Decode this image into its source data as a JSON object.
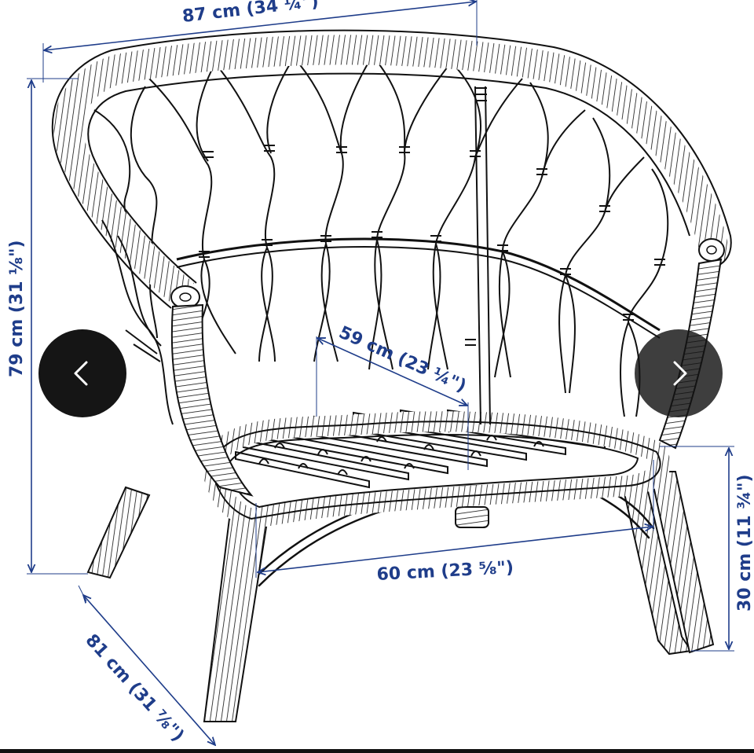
{
  "dimensions": {
    "width": "87 cm (34 ¼\")",
    "height": "79 cm (31 ⅛\")",
    "depth": "81 cm (31 ⅞\")",
    "seat_depth": "59 cm (23 ¼\")",
    "seat_width": "60 cm (23 ⅝\")",
    "seat_height": "30 cm (11 ¾\")"
  },
  "navigation": {
    "prev_icon": "chevron-left-icon",
    "next_icon": "chevron-right-icon"
  },
  "colors": {
    "dimension_blue": "#1f3d8a",
    "line_ink": "#111111",
    "nav_button": "#151515",
    "background": "#ffffff"
  }
}
